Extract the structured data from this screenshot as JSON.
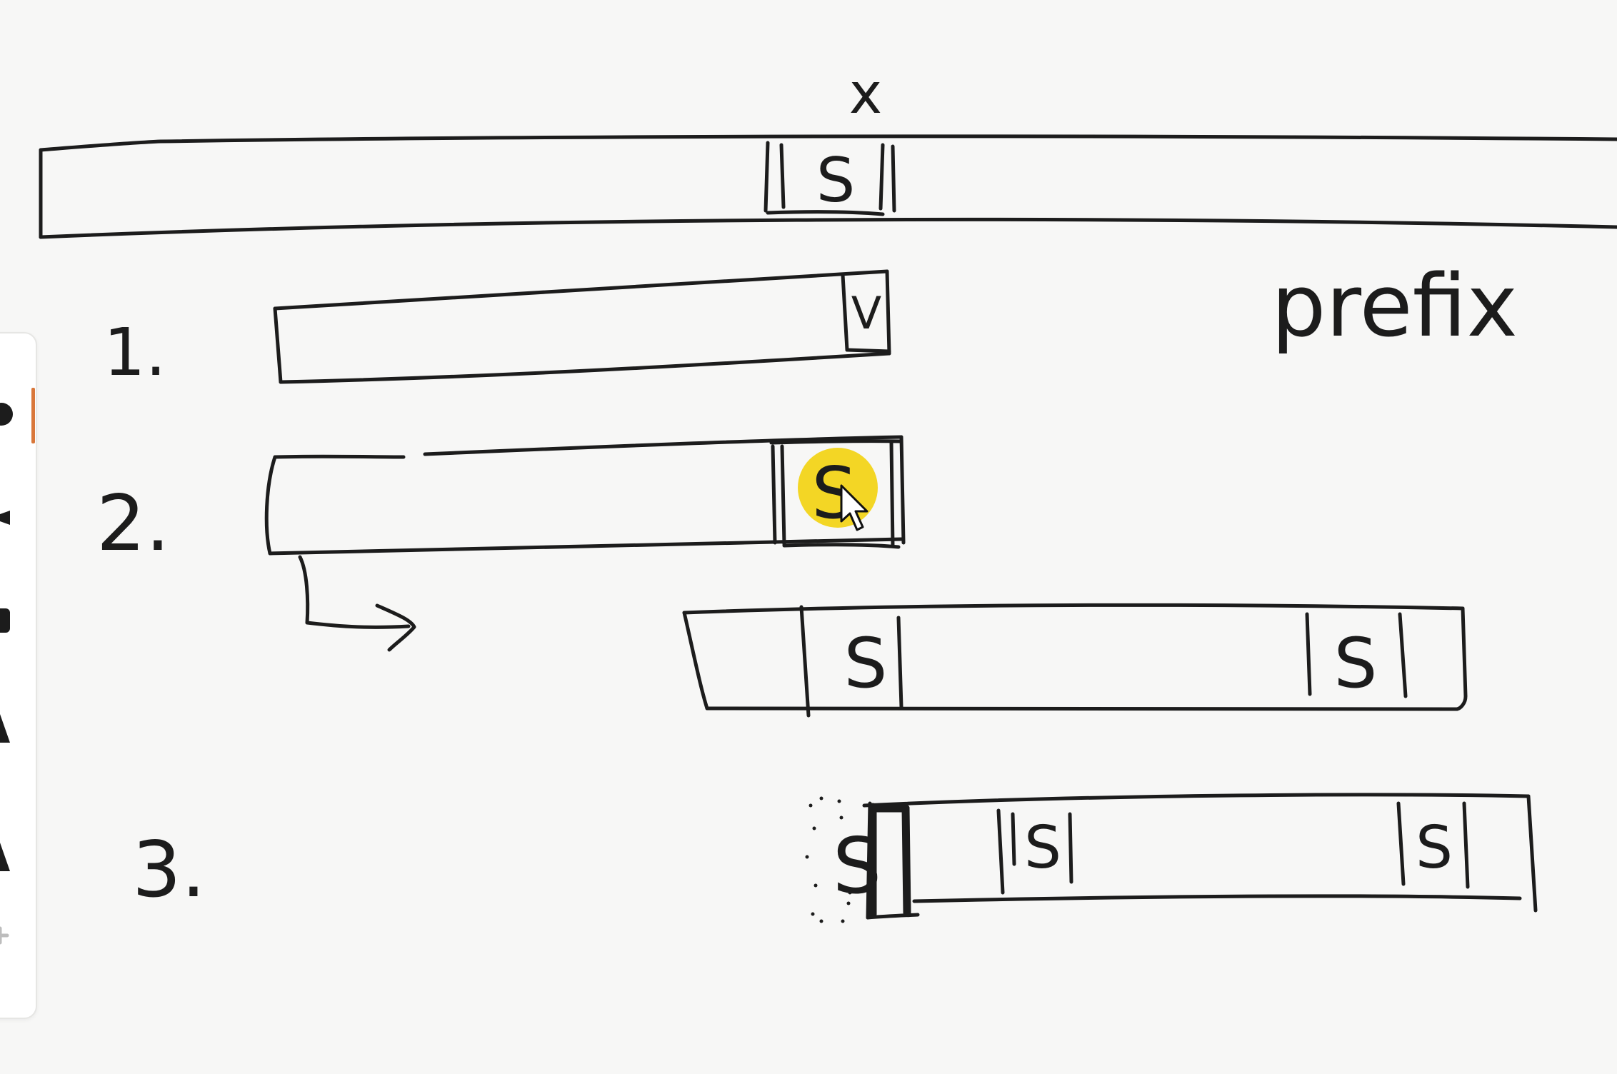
{
  "labels": {
    "x_marker": "x",
    "prefix": "prefix",
    "step1": "1.",
    "step2": "2.",
    "step3": "3."
  },
  "cells": {
    "top_bar_cell": "S",
    "step1_cell": "V",
    "step2_cell": "S",
    "step2_result_cell_left": "S",
    "step2_result_cell_right": "S",
    "step3_outside_cell": "S",
    "step3_cell_left": "S",
    "step3_cell_right": "S"
  },
  "toolbar": {
    "tools": [
      "circle-tool-icon",
      "arrow-tool-icon",
      "square-tool-icon",
      "triangle-tool-icon",
      "triangle-tool-icon",
      "plus-tool-icon"
    ],
    "accent_color": "#d9773a"
  },
  "pointer": {
    "highlight_color": "#f2d000"
  }
}
